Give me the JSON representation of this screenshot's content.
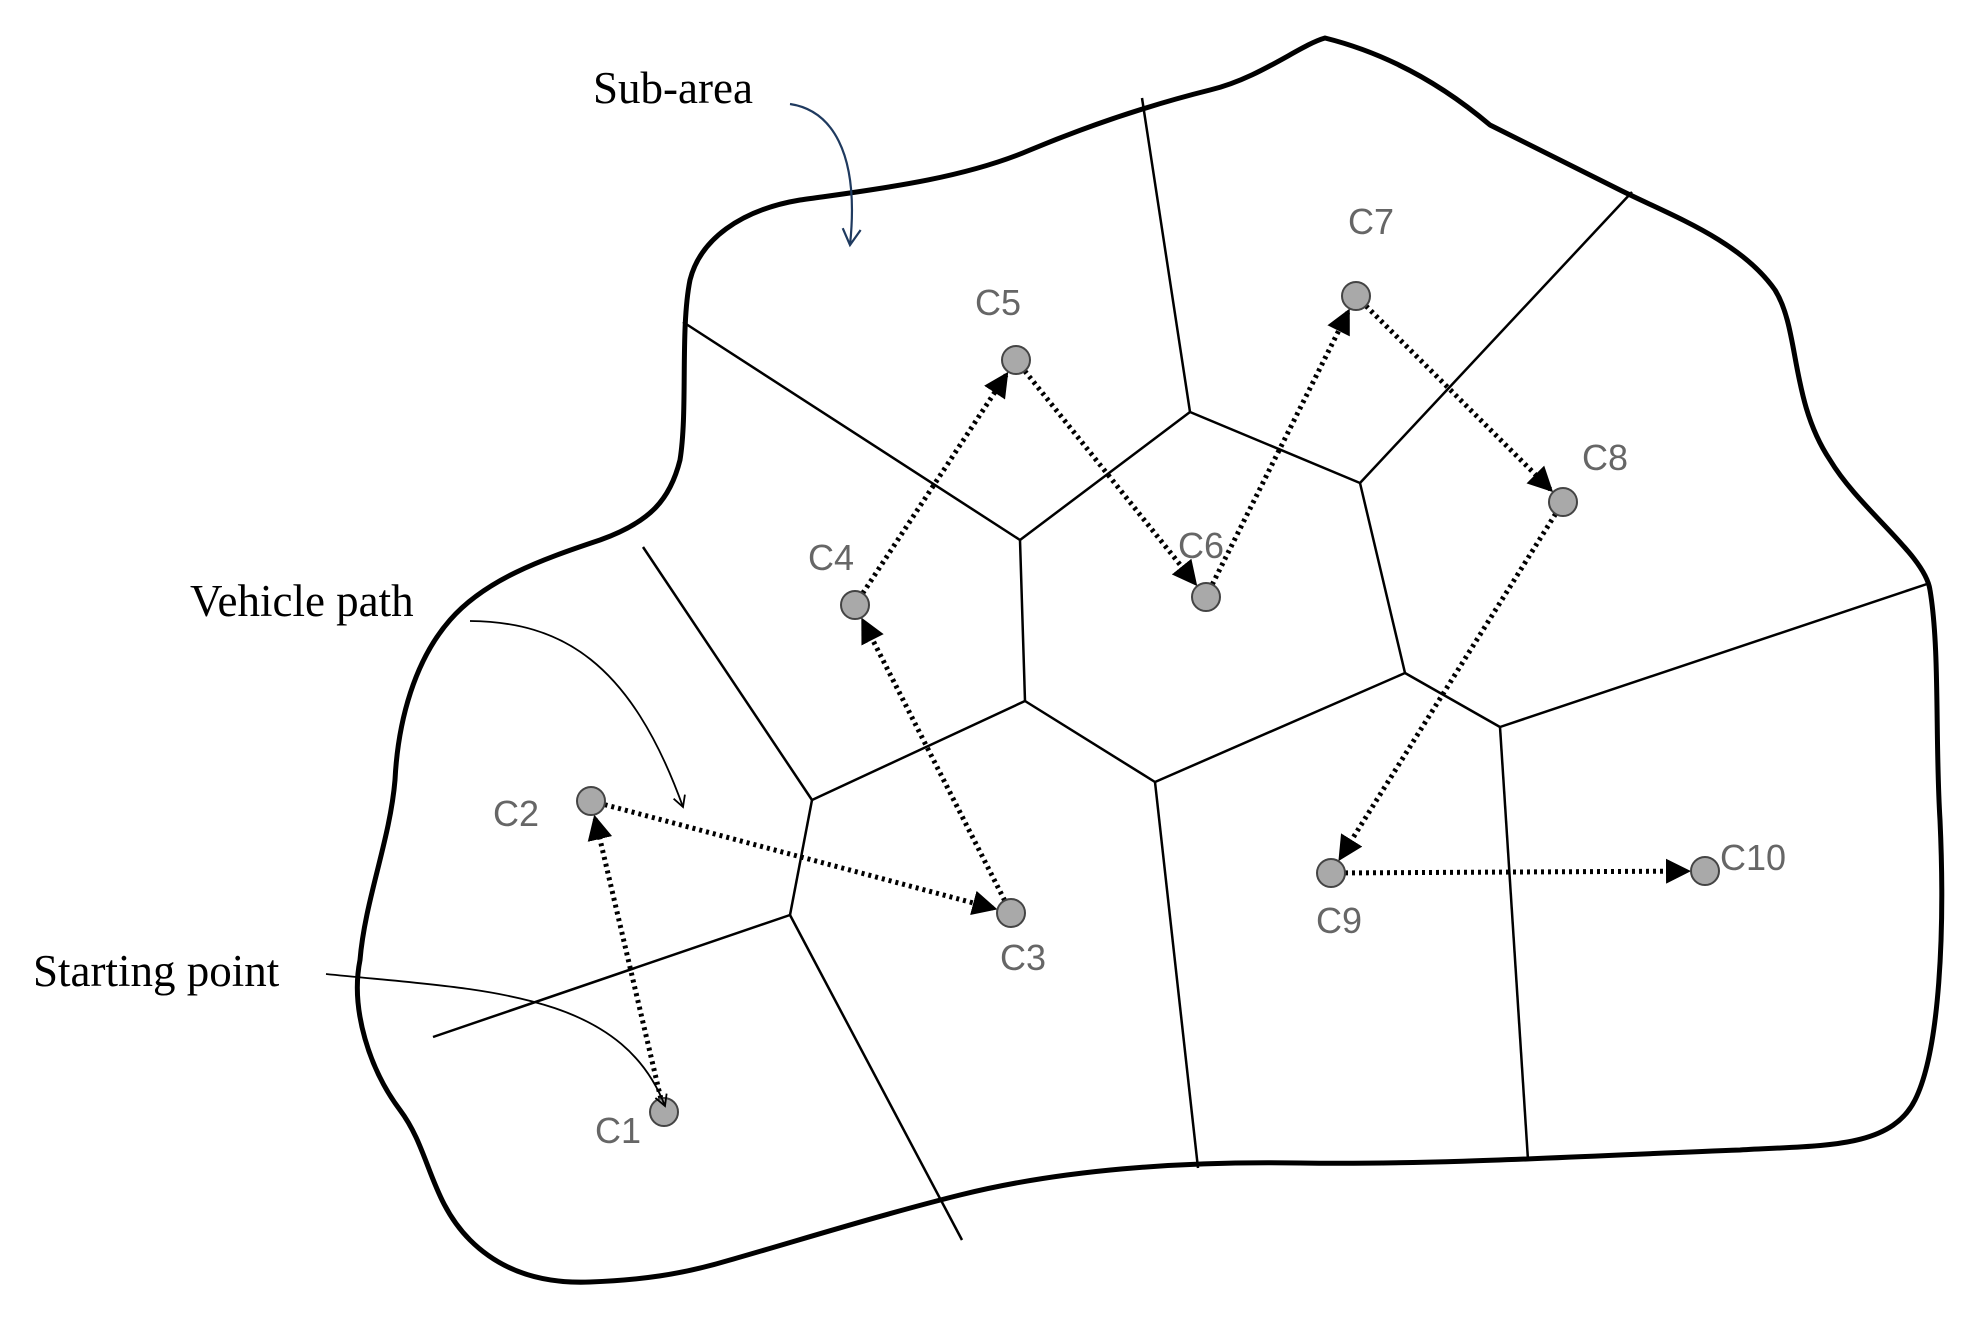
{
  "annotations": {
    "sub_area": "Sub-area",
    "vehicle_path": "Vehicle path",
    "starting_point": "Starting point"
  },
  "nodes": [
    {
      "id": "C1",
      "label": "C1"
    },
    {
      "id": "C2",
      "label": "C2"
    },
    {
      "id": "C3",
      "label": "C3"
    },
    {
      "id": "C4",
      "label": "C4"
    },
    {
      "id": "C5",
      "label": "C5"
    },
    {
      "id": "C6",
      "label": "C6"
    },
    {
      "id": "C7",
      "label": "C7"
    },
    {
      "id": "C8",
      "label": "C8"
    },
    {
      "id": "C9",
      "label": "C9"
    },
    {
      "id": "C10",
      "label": "C10"
    }
  ],
  "vehicle_route": [
    "C1",
    "C2",
    "C3",
    "C4",
    "C5",
    "C6",
    "C7",
    "C8",
    "C9",
    "C10"
  ],
  "colors": {
    "node_fill": "#a9a9a9",
    "node_label": "#666666",
    "sub_area_arrow": "#1f3a5f"
  }
}
